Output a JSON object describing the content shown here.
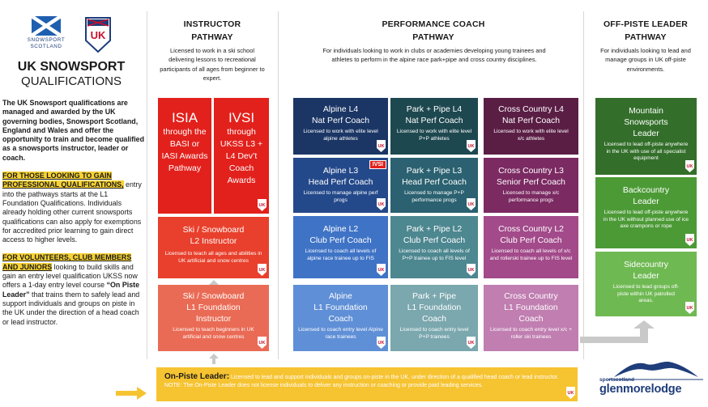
{
  "logo": {
    "snowsport_line1": "SNOWSPORT",
    "snowsport_line2": "SCOTLAND",
    "uk_badge_text": "UK"
  },
  "title": {
    "line1": "UK SNOWSPORT",
    "line2": "QUALIFICATIONS"
  },
  "intro": {
    "p1": "The UK Snowsport qualifications are managed and awarded by the UK governing bodies, Snowsport Scotland, England and Wales and offer the opportunity to train and become qualified as a snowsports instructor, leader or coach.",
    "p2_highlight": "FOR THOSE LOOKING TO GAIN PROFESSIONAL QUALIFICATIONS,",
    "p2_rest": " entry into the pathways starts at the L1 Foundation Qualifications. Individuals already holding other current snowsports qualifications can also apply for exemptions for accredited prior learning to gain direct access to higher levels.",
    "p3_highlight": "FOR VOLUNTEERS, CLUB MEMBERS AND JUNIORS",
    "p3_a": " looking to build skills and gain an entry level qualification UKSS now offers a 1-day entry level course ",
    "p3_course": "“On Piste Leader”",
    "p3_b": " that trains them to safely lead and support individuals and groups on piste in the UK under the direction of a head coach or lead instructor."
  },
  "instructor": {
    "header_line1": "INSTRUCTOR",
    "header_line2": "PATHWAY",
    "desc": "Licensed to work in a ski school delivering lessons to recreational participants of all ages from beginner to expert.",
    "isia": {
      "title": "ISIA",
      "sub": "through the BASI or IASI Awards Pathway"
    },
    "ivsi": {
      "title": "IVSI",
      "sub": "through UKSS L3 + L4 Dev’t Coach Awards"
    },
    "l2": {
      "title_line1": "Ski / Snowboard",
      "title_line2": "L2 Instructor",
      "desc": "Licensed to teach all ages and abilities in UK artificial and snow centres"
    },
    "l1": {
      "title_line1": "Ski / Snowboard",
      "title_line2": "L1 Foundation",
      "title_line3": "Instructor",
      "desc": "Licensed to teach beginners in UK artificial and snow centres"
    }
  },
  "performance": {
    "header_line1": "PERFORMANCE COACH",
    "header_line2": "PATHWAY",
    "desc": "For individuals looking to work in clubs or academies developing young trainees and athletes to perform in the alpine race park+pipe and cross country disciplines.",
    "ivsi_tag": "IVSI",
    "alpine": [
      {
        "line1": "Alpine L4",
        "line2": "Nat Perf Coach",
        "desc": "Licensed to work with elite level alpine athletes"
      },
      {
        "line1": "Alpine L3",
        "line2": "Head Perf Coach",
        "desc": "Licensed to manage alpine perf progs"
      },
      {
        "line1": "Alpine L2",
        "line2": "Club Perf Coach",
        "desc": "Licensed to coach all levels of alpine race trainee up to FIS"
      },
      {
        "line1": "Alpine",
        "line2": "L1 Foundation",
        "line3": "Coach",
        "desc": "Licensed to coach entry level Alpine race trainees"
      }
    ],
    "park": [
      {
        "line1": "Park + Pipe L4",
        "line2": "Nat Perf Coach",
        "desc": "Licensed to work with elite level P+P athletes"
      },
      {
        "line1": "Park + Pipe L3",
        "line2": "Head Perf Coach",
        "desc": "Licensed to manage P+P performance progs"
      },
      {
        "line1": "Park + Pipe L2",
        "line2": "Club Perf Coach",
        "desc": "Licensed to coach all levels of P+P trainee up to FIS level"
      },
      {
        "line1": "Park + Pipe",
        "line2": "L1 Foundation",
        "line3": "Coach",
        "desc": "Licensed to coach entry level P+P trainees"
      }
    ],
    "xc": [
      {
        "line1": "Cross Country L4",
        "line2": "Nat Perf Coach",
        "desc": "Licensed to work with elite level x/c athletes"
      },
      {
        "line1": "Cross Country L3",
        "line2": "Senior Perf Coach",
        "desc": "Licensed to manage x/c performance progs"
      },
      {
        "line1": "Cross Country L2",
        "line2": "Club Perf Coach",
        "desc": "Licensed to coach all levels of x/c and rollerski trainee up to FIS level"
      },
      {
        "line1": "Cross Country",
        "line2": "L1 Foundation",
        "line3": "Coach",
        "desc": "Licensed to coach entry level x/c + roller ski trainees"
      }
    ]
  },
  "offpiste": {
    "header_line1": "OFF-PISTE LEADER",
    "header_line2": "PATHWAY",
    "desc": "For individuals looking to lead and manage groups in UK off-piste environments.",
    "mountain": {
      "line1": "Mountain",
      "line2": "Snowsports",
      "line3": "Leader",
      "desc": "Licensed to lead off-piste anywhere in the UK with use of all specialist equipment"
    },
    "backcountry": {
      "line1": "Backcountry",
      "line2": "Leader",
      "desc": "Licensed to lead off-piste anywhere in the UK without planned use of ice axe crampons or rope"
    },
    "sidecountry": {
      "line1": "Sidecountry",
      "line2": "Leader",
      "desc": "Licensed to lead groups off-piste within UK patrolled areas."
    }
  },
  "onpiste": {
    "title": "On-Piste Leader:",
    "text": " Licensed to lead and support individuals and groups on-piste in the UK, under direction of a qualified head coach or lead instructor.",
    "note_label": "NOTE:",
    "note_text": " The On-Piste Leader does not license individuals to deliver any instruction or coaching or provide paid leading services."
  },
  "footer_logo": {
    "small": "sportscotland",
    "name": "glenmorelodge"
  },
  "colors": {
    "isia_red": "#e2211c",
    "instructor_l2": "#e8402c",
    "instructor_l1": "#ea6b55",
    "alpine_l4": "#1b3665",
    "alpine_l3": "#24498a",
    "alpine_l2": "#3f73c6",
    "alpine_l1": "#5f8fd6",
    "park_l4": "#1e4850",
    "park_l3": "#2b6170",
    "park_l2": "#4d8790",
    "park_l1": "#7ba7ae",
    "xc_l4": "#5a1e45",
    "xc_l3": "#7b2a62",
    "xc_l2": "#a24a8a",
    "xc_l1": "#c07eb1",
    "offpiste_l3": "#336f2a",
    "offpiste_l2": "#4c9a36",
    "offpiste_l1": "#6fb953",
    "onpiste_yellow": "#f6c331"
  }
}
